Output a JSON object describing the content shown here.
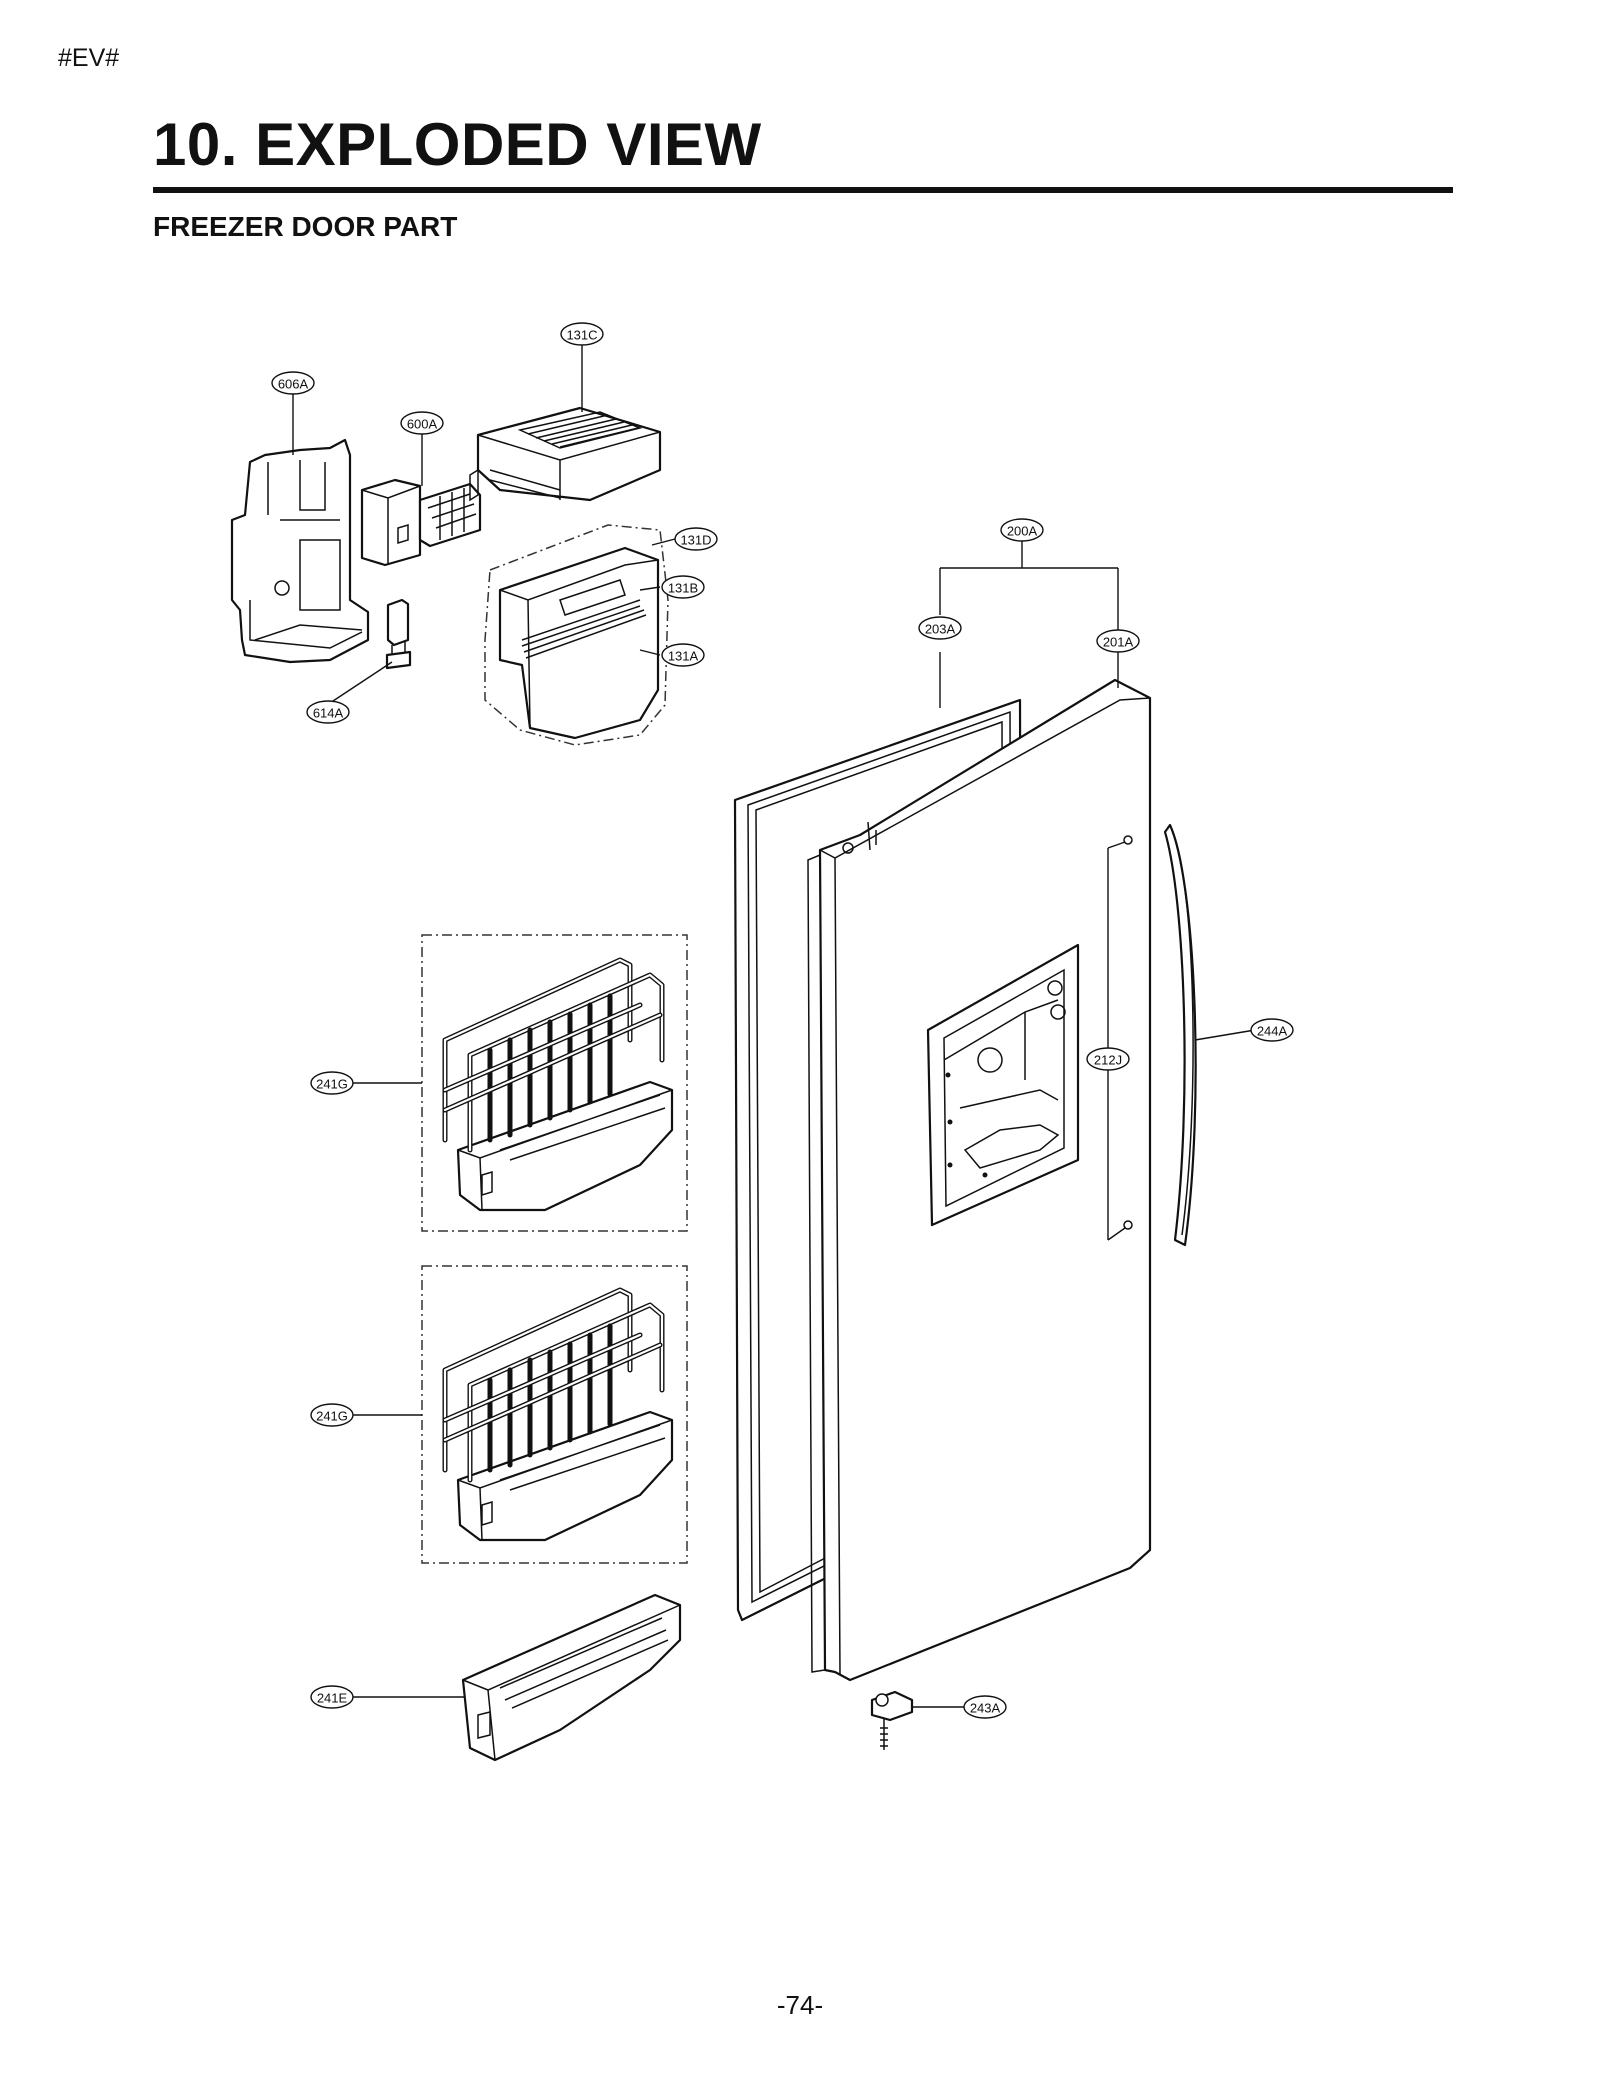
{
  "header": {
    "tag": "#EV#",
    "title": "10. EXPLODED VIEW",
    "subtitle": "FREEZER DOOR PART"
  },
  "callouts": {
    "c131C": "131C",
    "c606A": "606A",
    "c600A": "600A",
    "c131D": "131D",
    "c131B": "131B",
    "c131A": "131A",
    "c614A": "614A",
    "c200A": "200A",
    "c203A": "203A",
    "c201A": "201A",
    "c244A": "244A",
    "c212J": "212J",
    "c241G_top": "241G",
    "c241G_bottom": "241G",
    "c241E": "241E",
    "c243A": "243A"
  },
  "footer": {
    "page_number": "-74-"
  }
}
